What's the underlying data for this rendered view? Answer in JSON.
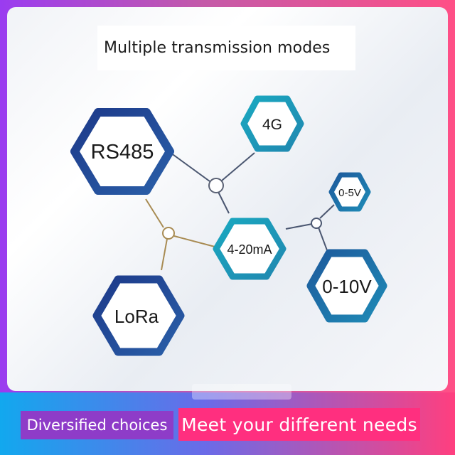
{
  "title": "Multiple transmission modes",
  "nodes": {
    "rs485": "RS485",
    "g4": "4G",
    "lora": "LoRa",
    "ma": "4-20mA",
    "v5": "0-5V",
    "v10": "0-10V"
  },
  "footer": {
    "left": "Diversified choices",
    "right": "Meet your different needs"
  },
  "colors": {
    "navy": "#1e3f8e",
    "teal": "#1f9fb6",
    "blue": "#1f6fae",
    "connector_gold": "#a88b52",
    "connector_gray": "#4a5670"
  }
}
